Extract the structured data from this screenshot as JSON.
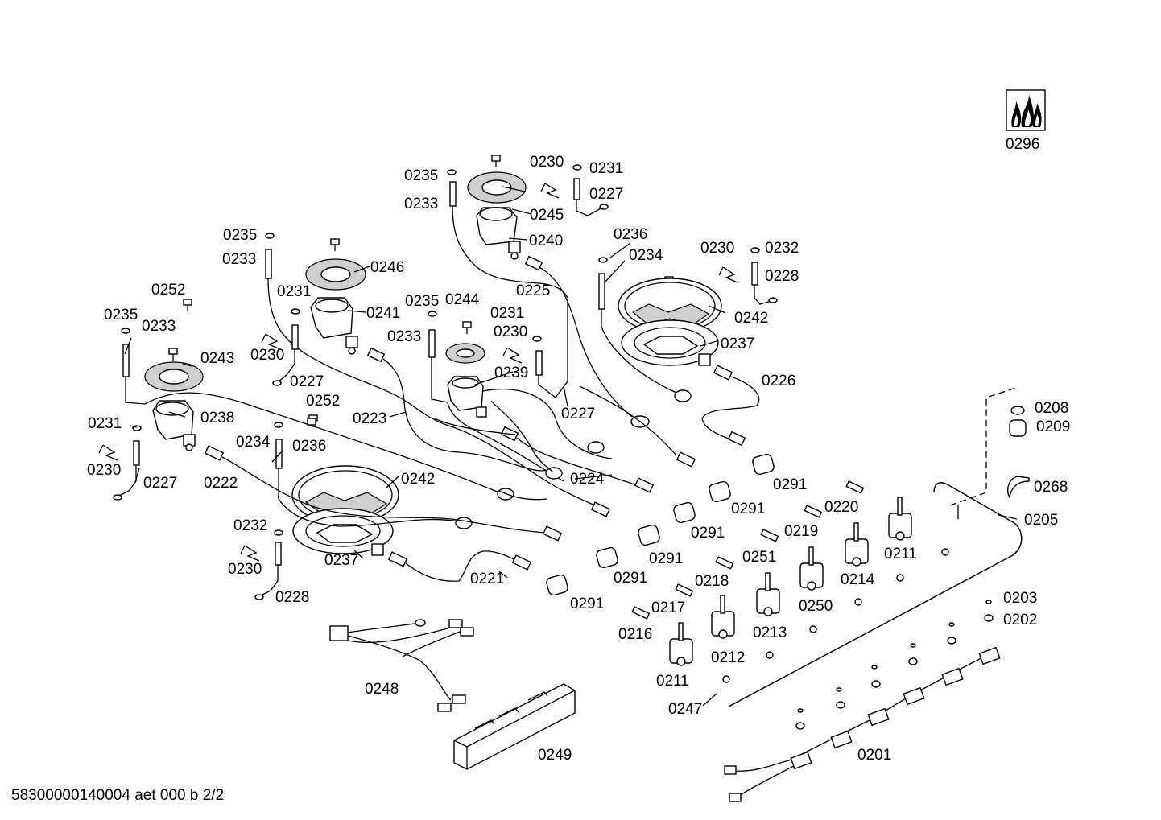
{
  "parts": [
    {
      "id": "burner-front-left",
      "labels": [
        "0235",
        "0233",
        "0231",
        "0230",
        "0227",
        "0243",
        "0238",
        "0252"
      ]
    },
    {
      "id": "burner-rear-left",
      "labels": [
        "0235",
        "0233",
        "0246",
        "0241",
        "0231",
        "0230",
        "0227"
      ]
    },
    {
      "id": "burner-rear-center",
      "labels": [
        "0235",
        "0233",
        "0245",
        "0240",
        "0230",
        "0231",
        "0227"
      ]
    },
    {
      "id": "burner-middle",
      "labels": [
        "0235",
        "0244",
        "0233",
        "0231",
        "0230",
        "0239",
        "0227"
      ]
    },
    {
      "id": "wok-rear-right",
      "labels": [
        "0236",
        "0234",
        "0230",
        "0232",
        "0228",
        "0242",
        "0237"
      ]
    },
    {
      "id": "wok-front",
      "labels": [
        "0234",
        "0236",
        "0252",
        "0242",
        "0232",
        "0230",
        "0228",
        "0237"
      ]
    },
    {
      "id": "gas-pipes",
      "labels": [
        "0225",
        "0226",
        "0223",
        "0224",
        "0222",
        "0221",
        "0291"
      ]
    },
    {
      "id": "valves",
      "labels": [
        "0211",
        "0212",
        "0213",
        "0250",
        "0214",
        "0216",
        "0217",
        "0218",
        "0251",
        "0219",
        "0220"
      ]
    },
    {
      "id": "manifold",
      "labels": [
        "0208",
        "0209",
        "0268",
        "0205",
        "0203",
        "0202",
        "0247"
      ]
    },
    {
      "id": "wiring",
      "labels": [
        "0248",
        "0249",
        "0201"
      ]
    }
  ],
  "labels": {
    "l0296": "0296",
    "l0230a": "0230",
    "l0231a": "0231",
    "l0227a": "0227",
    "l0235a": "0235",
    "l0233a": "0233",
    "l0245": "0245",
    "l0240": "0240",
    "l0235b": "0235",
    "l0233b": "0233",
    "l0246": "0246",
    "l0231b": "0231",
    "l0241": "0241",
    "l0252a": "0252",
    "l0235c": "0235",
    "l0233c": "0233",
    "l0230b": "0230",
    "l0227b": "0227",
    "l0243": "0243",
    "l0231c": "0231",
    "l0238": "0238",
    "l0230c": "0230",
    "l0227c": "0227",
    "l0236a": "0236",
    "l0234a": "0234",
    "l0230d": "0230",
    "l0232a": "0232",
    "l0228a": "0228",
    "l0225": "0225",
    "l0242a": "0242",
    "l0237a": "0237",
    "l0235d": "0235",
    "l0244": "0244",
    "l0233d": "0233",
    "l0231d": "0231",
    "l0230e": "0230",
    "l0239": "0239",
    "l0227d": "0227",
    "l0226": "0226",
    "l0252b": "0252",
    "l0223": "0223",
    "l0234b": "0234",
    "l0236b": "0236",
    "l0222": "0222",
    "l0242b": "0242",
    "l0224": "0224",
    "l0208": "0208",
    "l0209": "0209",
    "l0268": "0268",
    "l0205": "0205",
    "l0291a": "0291",
    "l0291b": "0291",
    "l0291c": "0291",
    "l0291d": "0291",
    "l0291e": "0291",
    "l0291f": "0291",
    "l0220": "0220",
    "l0219": "0219",
    "l0251": "0251",
    "l0218": "0218",
    "l0232b": "0232",
    "l0230f": "0230",
    "l0237b": "0237",
    "l0228b": "0228",
    "l0221": "0221",
    "l0211a": "0211",
    "l0214": "0214",
    "l0250": "0250",
    "l0213": "0213",
    "l0217": "0217",
    "l0216": "0216",
    "l0212": "0212",
    "l0211b": "0211",
    "l0203": "0203",
    "l0202": "0202",
    "l0247": "0247",
    "l0248": "0248",
    "l0249": "0249",
    "l0201": "0201"
  },
  "footer": "58300000140004 aet 000 b 2/2"
}
